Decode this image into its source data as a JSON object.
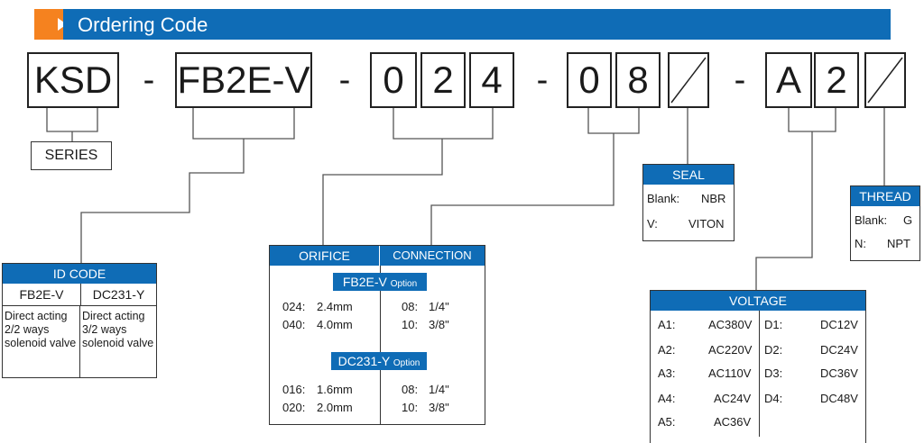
{
  "header": {
    "title": "Ordering Code"
  },
  "code_boxes": [
    "KSD",
    "FB2E-V",
    "0",
    "2",
    "4",
    "0",
    "8",
    "A",
    "2"
  ],
  "separators": [
    "-",
    "-",
    "-",
    "-"
  ],
  "series": {
    "label": "SERIES"
  },
  "id_code": {
    "title": "ID CODE",
    "columns": [
      "FB2E-V",
      "DC231-Y"
    ],
    "descriptions": [
      "Direct acting 2/2 ways solenoid valve",
      "Direct acting 3/2 ways solenoid valve"
    ]
  },
  "orifice": {
    "title_left": "ORIFICE",
    "title_right": "CONNECTION",
    "option1": {
      "name": "FB2E-V",
      "suffix": "Option",
      "orifice": [
        {
          "code": "024:",
          "value": "2.4mm"
        },
        {
          "code": "040:",
          "value": "4.0mm"
        }
      ],
      "connection": [
        {
          "code": "08:",
          "value": "1/4\""
        },
        {
          "code": "10:",
          "value": "3/8\""
        }
      ]
    },
    "option2": {
      "name": "DC231-Y",
      "suffix": "Option",
      "orifice": [
        {
          "code": "016:",
          "value": "1.6mm"
        },
        {
          "code": "020:",
          "value": "2.0mm"
        }
      ],
      "connection": [
        {
          "code": "08:",
          "value": "1/4\""
        },
        {
          "code": "10:",
          "value": "3/8\""
        }
      ]
    }
  },
  "seal": {
    "title": "SEAL",
    "rows": [
      {
        "code": "Blank:",
        "value": "NBR"
      },
      {
        "code": "V:",
        "value": "VITON"
      }
    ]
  },
  "thread": {
    "title": "THREAD",
    "rows": [
      {
        "code": "Blank:",
        "value": "G"
      },
      {
        "code": "N:",
        "value": "NPT"
      }
    ]
  },
  "voltage": {
    "title": "VOLTAGE",
    "left": [
      {
        "code": "A1:",
        "value": "AC380V"
      },
      {
        "code": "A2:",
        "value": "AC220V"
      },
      {
        "code": "A3:",
        "value": "AC110V"
      },
      {
        "code": "A4:",
        "value": "AC24V"
      },
      {
        "code": "A5:",
        "value": "AC36V"
      }
    ],
    "right": [
      {
        "code": "D1:",
        "value": "DC12V"
      },
      {
        "code": "D2:",
        "value": "DC24V"
      },
      {
        "code": "D3:",
        "value": "DC36V"
      },
      {
        "code": "D4:",
        "value": "DC48V"
      }
    ]
  }
}
